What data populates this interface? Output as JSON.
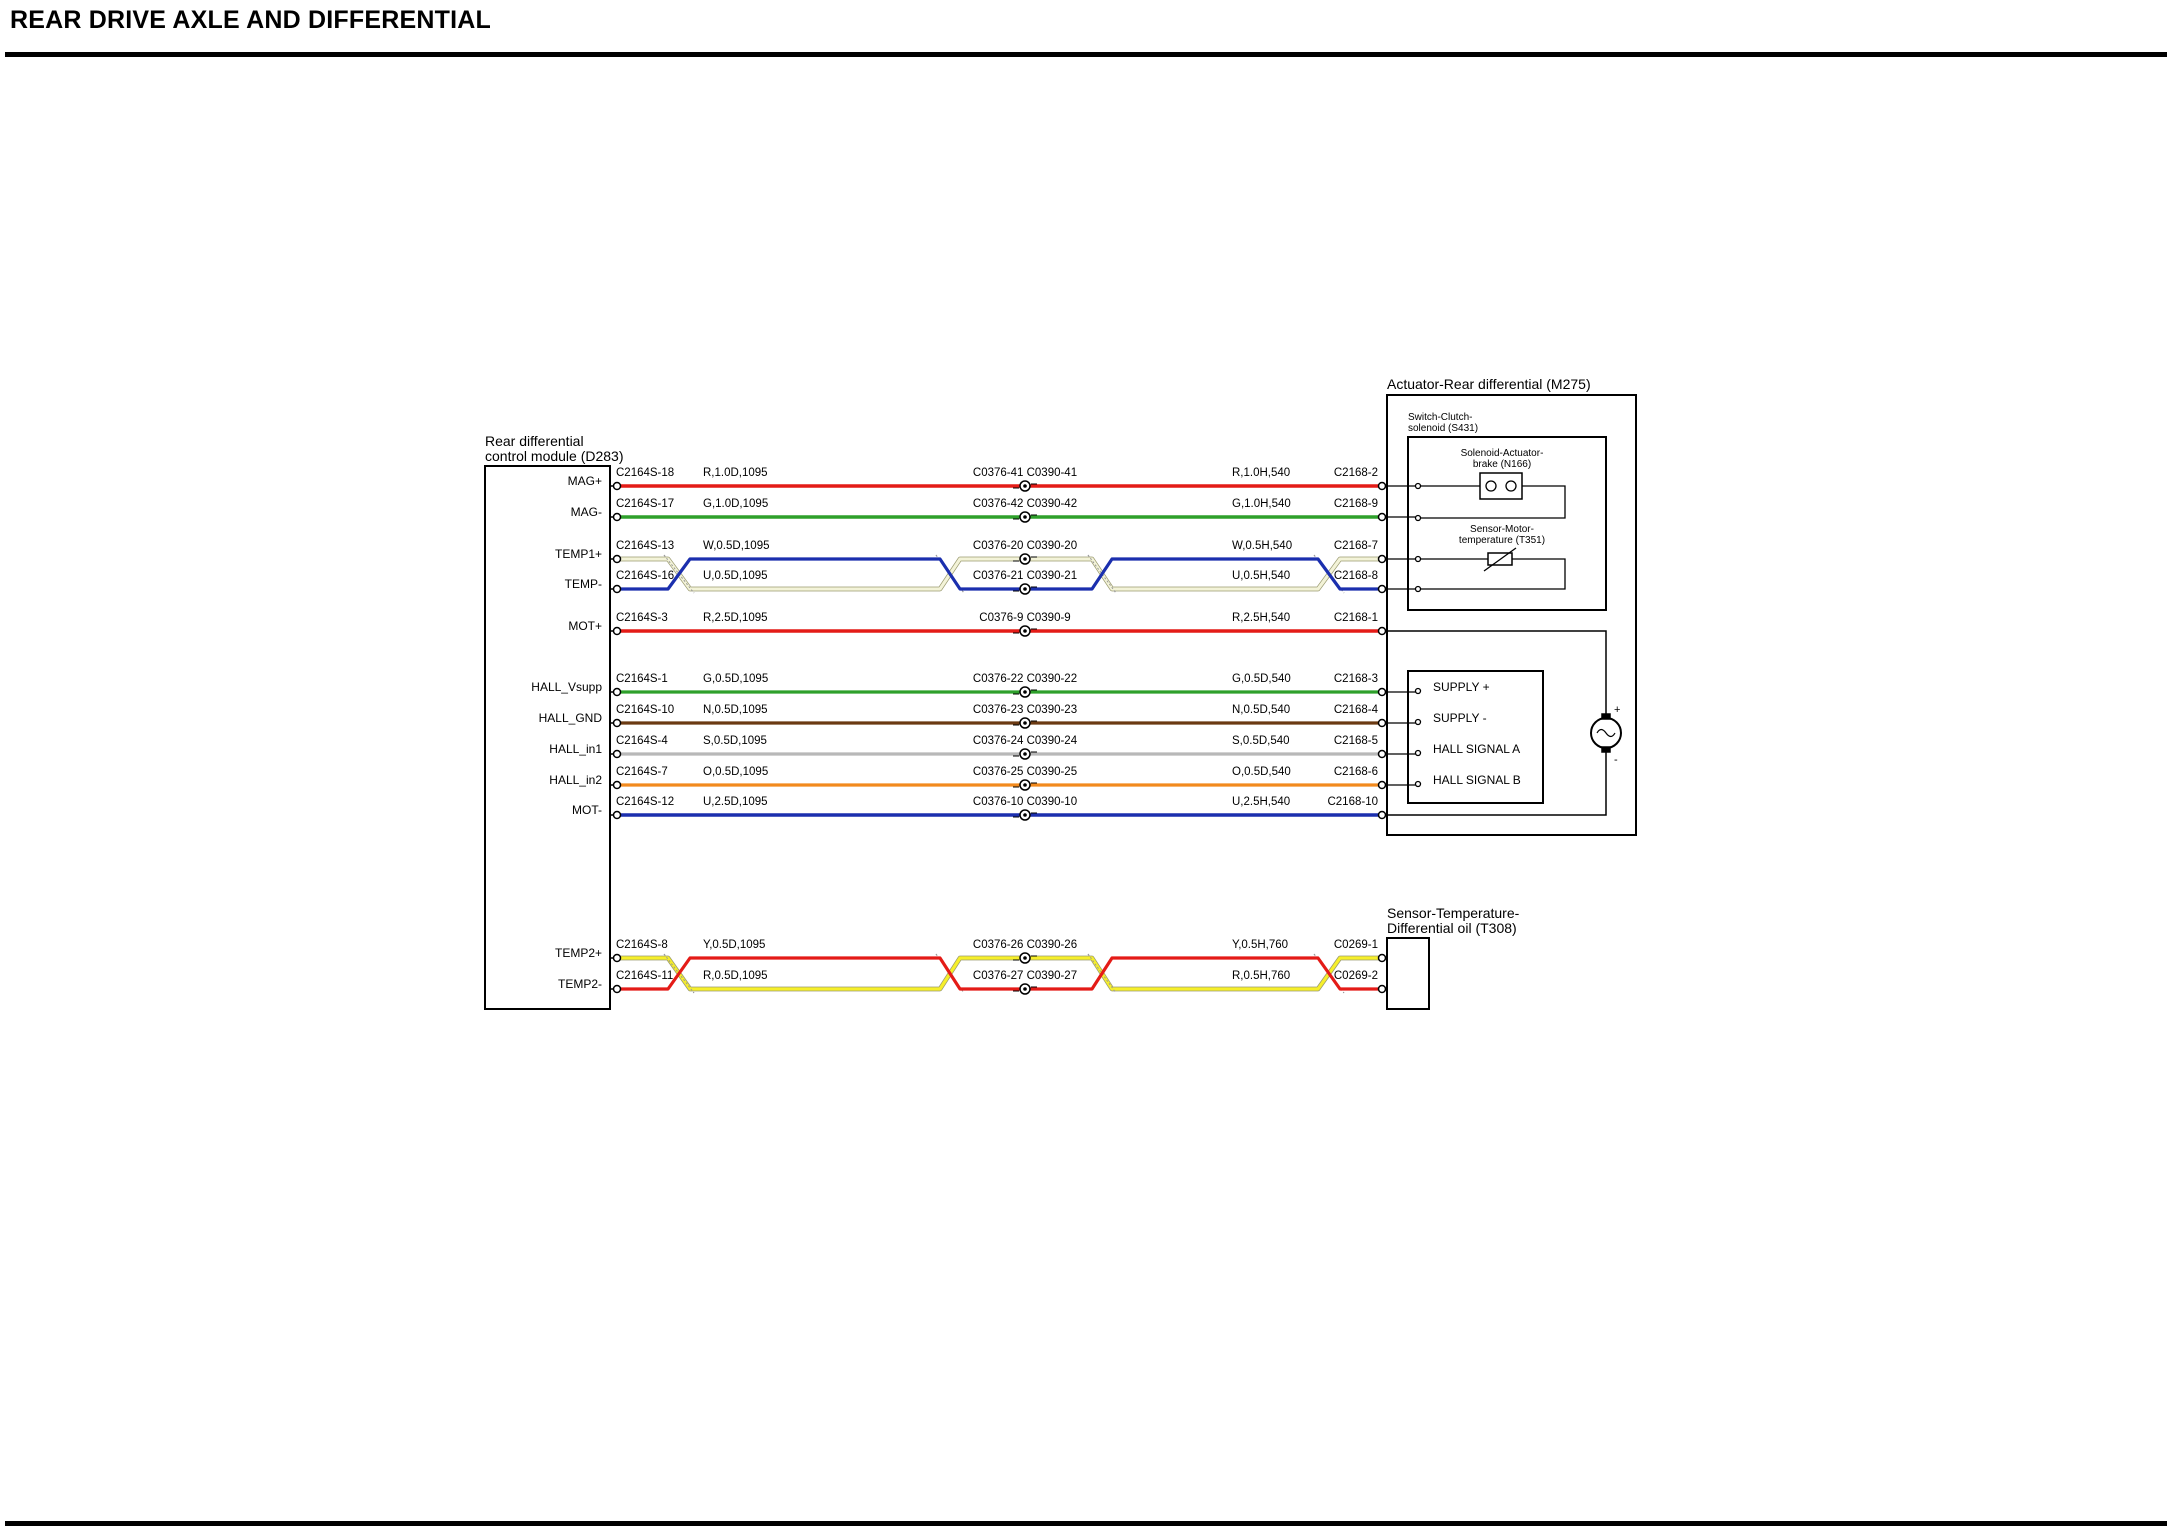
{
  "title": "REAR DRIVE AXLE AND DIFFERENTIAL",
  "colors": {
    "R": "#e41b17",
    "G": "#2ea02b",
    "W": "#f3f3d8",
    "U": "#1b2fae",
    "N": "#6b3a12",
    "S": "#b8b8b8",
    "O": "#f28a1e",
    "Y": "#f6ef2a"
  },
  "modules": {
    "control": {
      "line1": "Rear differential",
      "line2": "control module (D283)"
    },
    "actuator": {
      "title": "Actuator-Rear differential (M275)"
    },
    "switch": {
      "line1": "Switch-Clutch-",
      "line2": "solenoid (S431)"
    },
    "solenoid": {
      "line1": "Solenoid-Actuator-",
      "line2": "brake (N166)"
    },
    "sensor_motor": {
      "line1": "Sensor-Motor-",
      "line2": "temperature (T351)"
    },
    "hall": {
      "supply_pos": "SUPPLY +",
      "supply_neg": "SUPPLY -",
      "signal_a": "HALL SIGNAL A",
      "signal_b": "HALL SIGNAL B"
    },
    "motor": {
      "plus": "+",
      "minus": "-"
    },
    "temp_sensor": {
      "line1": "Sensor-Temperature-",
      "line2": "Differential oil (T308)"
    }
  },
  "wires": [
    {
      "pin": "MAG+",
      "left": "C2164S-18",
      "spec_left": "R,1.0D,1095",
      "mid": "C0376-41 C0390-41",
      "spec_right": "R,1.0H,540",
      "right": "C2168-2",
      "color": "R"
    },
    {
      "pin": "MAG-",
      "left": "C2164S-17",
      "spec_left": "G,1.0D,1095",
      "mid": "C0376-42 C0390-42",
      "spec_right": "G,1.0H,540",
      "right": "C2168-9",
      "color": "G"
    },
    {
      "pin": "TEMP1+",
      "left": "C2164S-13",
      "spec_left": "W,0.5D,1095",
      "mid": "C0376-20 C0390-20",
      "spec_right": "W,0.5H,540",
      "right": "C2168-7",
      "color": "W"
    },
    {
      "pin": "TEMP-",
      "left": "C2164S-16",
      "spec_left": "U,0.5D,1095",
      "mid": "C0376-21 C0390-21",
      "spec_right": "U,0.5H,540",
      "right": "C2168-8",
      "color": "U"
    },
    {
      "pin": "MOT+",
      "left": "C2164S-3",
      "spec_left": "R,2.5D,1095",
      "mid": "C0376-9 C0390-9",
      "spec_right": "R,2.5H,540",
      "right": "C2168-1",
      "color": "R"
    },
    {
      "pin": "HALL_Vsupp",
      "left": "C2164S-1",
      "spec_left": "G,0.5D,1095",
      "mid": "C0376-22 C0390-22",
      "spec_right": "G,0.5D,540",
      "right": "C2168-3",
      "color": "G"
    },
    {
      "pin": "HALL_GND",
      "left": "C2164S-10",
      "spec_left": "N,0.5D,1095",
      "mid": "C0376-23 C0390-23",
      "spec_right": "N,0.5D,540",
      "right": "C2168-4",
      "color": "N"
    },
    {
      "pin": "HALL_in1",
      "left": "C2164S-4",
      "spec_left": "S,0.5D,1095",
      "mid": "C0376-24 C0390-24",
      "spec_right": "S,0.5D,540",
      "right": "C2168-5",
      "color": "S"
    },
    {
      "pin": "HALL_in2",
      "left": "C2164S-7",
      "spec_left": "O,0.5D,1095",
      "mid": "C0376-25 C0390-25",
      "spec_right": "O,0.5D,540",
      "right": "C2168-6",
      "color": "O"
    },
    {
      "pin": "MOT-",
      "left": "C2164S-12",
      "spec_left": "U,2.5D,1095",
      "mid": "C0376-10 C0390-10",
      "spec_right": "U,2.5H,540",
      "right": "C2168-10",
      "color": "U"
    },
    {
      "pin": "TEMP2+",
      "left": "C2164S-8",
      "spec_left": "Y,0.5D,1095",
      "mid": "C0376-26 C0390-26",
      "spec_right": "Y,0.5H,760",
      "right": "C0269-1",
      "color": "Y"
    },
    {
      "pin": "TEMP2-",
      "left": "C2164S-11",
      "spec_left": "R,0.5D,1095",
      "mid": "C0376-27 C0390-27",
      "spec_right": "R,0.5H,760",
      "right": "C0269-2",
      "color": "R"
    }
  ]
}
